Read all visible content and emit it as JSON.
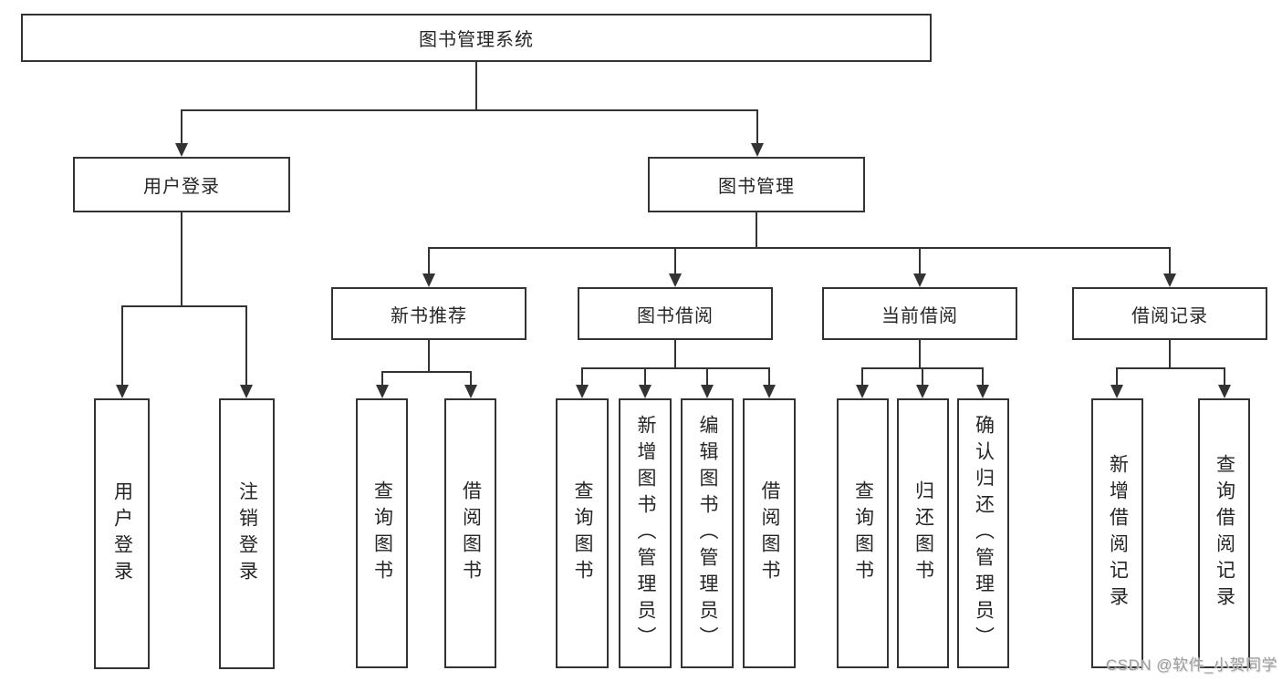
{
  "diagram": {
    "root": {
      "label": "图书管理系统"
    },
    "user_login": {
      "label": "用户登录",
      "children": [
        {
          "label": "用户登录"
        },
        {
          "label": "注销登录"
        }
      ]
    },
    "book_mgmt": {
      "label": "图书管理"
    },
    "modules": [
      {
        "label": "新书推荐",
        "children": [
          {
            "label": "查询图书"
          },
          {
            "label": "借阅图书"
          }
        ]
      },
      {
        "label": "图书借阅",
        "children": [
          {
            "label": "查询图书"
          },
          {
            "label": "新增图书（管理员）"
          },
          {
            "label": "编辑图书（管理员）"
          },
          {
            "label": "借阅图书"
          }
        ]
      },
      {
        "label": "当前借阅",
        "children": [
          {
            "label": "查询图书"
          },
          {
            "label": "归还图书"
          },
          {
            "label": "确认归还（管理员）"
          }
        ]
      },
      {
        "label": "借阅记录",
        "children": [
          {
            "label": "新增借阅记录"
          },
          {
            "label": "查询借阅记录"
          }
        ]
      }
    ]
  },
  "watermark": {
    "text": "CSDN @软件_小贺同学"
  },
  "colors": {
    "line": "#333333",
    "border": "#333333",
    "text": "#262626",
    "watermark": "#9e9e9e",
    "background": "#ffffff"
  }
}
